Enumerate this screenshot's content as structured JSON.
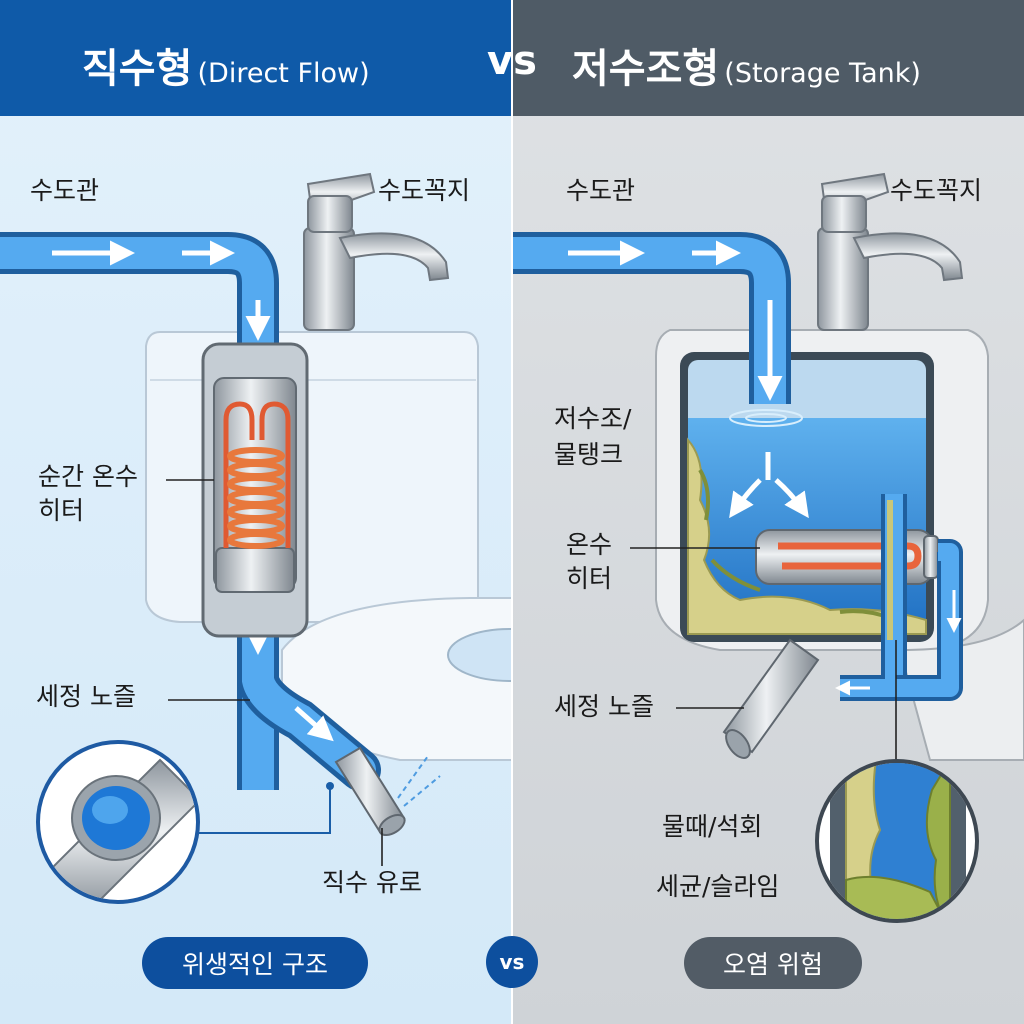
{
  "header": {
    "left_title": "직수형",
    "left_subtitle": "(Direct Flow)",
    "vs": "vs",
    "right_title": "저수조형",
    "right_subtitle": "(Storage Tank)"
  },
  "left": {
    "labels": {
      "supply_pipe": "수도관",
      "faucet": "수도꼭지",
      "heater_line1": "순간 온수",
      "heater_line2": "히터",
      "nozzle": "세정 노즐",
      "direct_path": "직수 유로"
    },
    "badge": "위생적인 구조"
  },
  "right": {
    "labels": {
      "supply_pipe": "수도관",
      "faucet": "수도꼭지",
      "tank_line1": "저수조/",
      "tank_line2": "물탱크",
      "heater_line1": "온수",
      "heater_line2": "히터",
      "nozzle": "세정 노즐",
      "scale": "물때/석회",
      "bacteria": "세균/슬라임"
    },
    "badge": "오염 위험"
  },
  "center_badge": "vs",
  "colors": {
    "left_header": "#0f5aa8",
    "right_header": "#4f5b66",
    "water": "#3a8fdc",
    "heater": "#e8643c",
    "slime": "#c9c77a"
  }
}
